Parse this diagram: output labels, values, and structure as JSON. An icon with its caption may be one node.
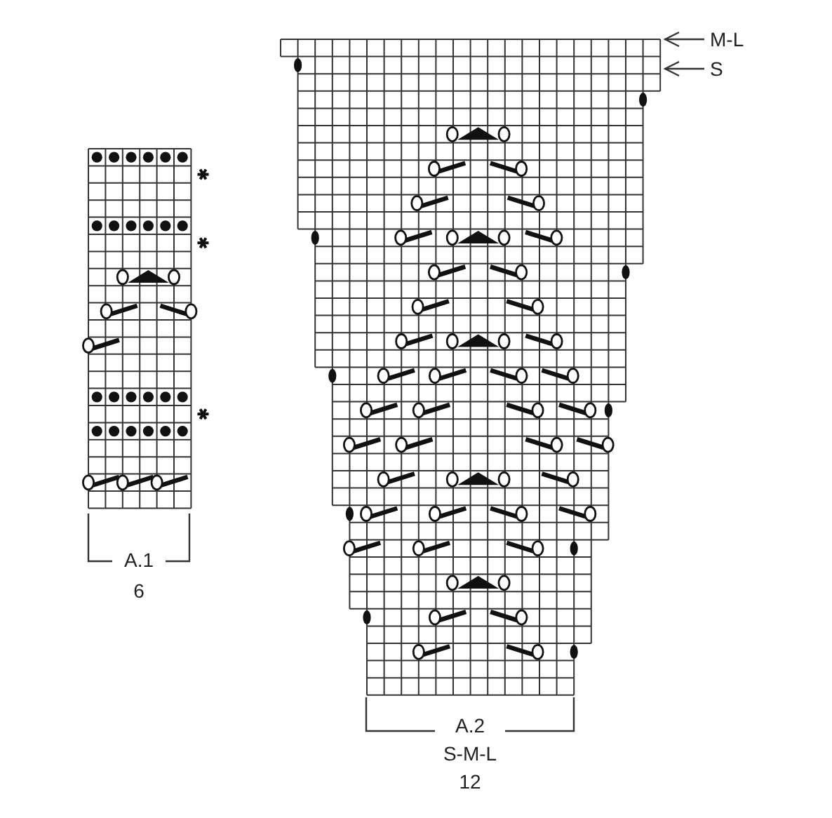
{
  "diagram": {
    "nodes": [
      {
        "text": [
          "M-L"
        ]
      },
      {
        "text": [
          "S"
        ]
      },
      {
        "text": [],
        "shape": "picture"
      }
    ],
    "edges": [
      {
        "from": 0,
        "to": 2,
        "arrow": "to"
      },
      {
        "from": 1,
        "to": 2,
        "arrow": "to"
      }
    ],
    "labels": [
      "A.1",
      "6",
      "A.2",
      "S-M-L",
      "12"
    ]
  }
}
